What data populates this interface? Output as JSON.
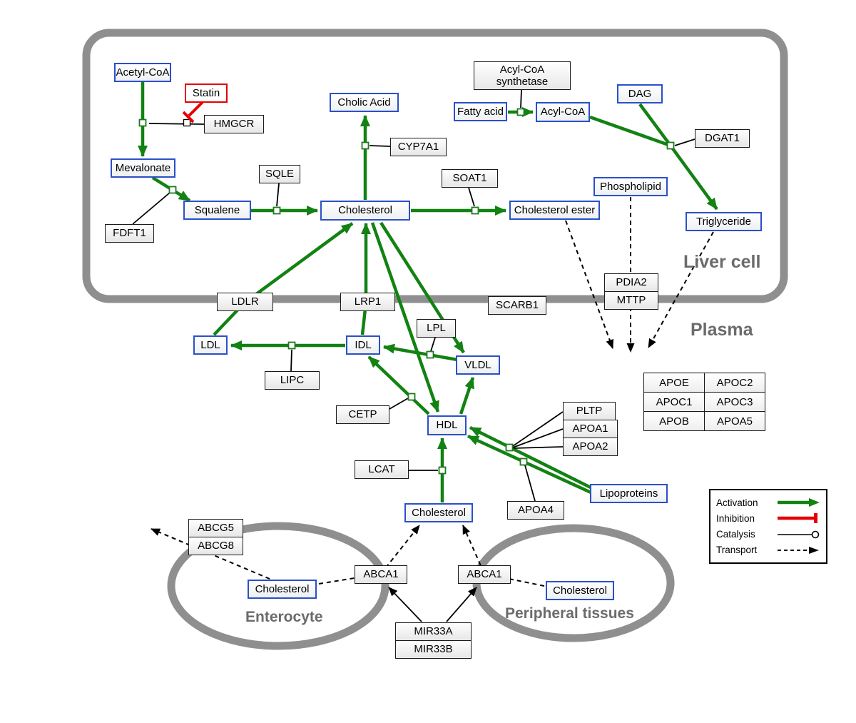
{
  "compartments": {
    "liver_cell": "Liver cell",
    "plasma": "Plasma",
    "enterocyte": "Enterocyte",
    "peripheral_tissues": "Peripheral tissues"
  },
  "species": {
    "acetyl_coa": "Acetyl-CoA",
    "mevalonate": "Mevalonate",
    "squalene": "Squalene",
    "cholic_acid": "Cholic Acid",
    "cholesterol_liver": "Cholesterol",
    "cholesterol_ester": "Cholesterol ester",
    "fatty_acid": "Fatty acid",
    "acyl_coa": "Acyl-CoA",
    "dag": "DAG",
    "phospholipid": "Phospholipid",
    "triglyceride": "Triglyceride",
    "ldl": "LDL",
    "idl": "IDL",
    "vldl": "VLDL",
    "hdl": "HDL",
    "lipoproteins": "Lipoproteins",
    "cholesterol_plasma": "Cholesterol",
    "cholesterol_enterocyte": "Cholesterol",
    "cholesterol_peripheral": "Cholesterol"
  },
  "proteins": {
    "statin": "Statin",
    "hmgcr": "HMGCR",
    "fdft1": "FDFT1",
    "sqle": "SQLE",
    "cyp7a1": "CYP7A1",
    "soat1": "SOAT1",
    "acyl_coa_synthetase": "Acyl-CoA synthetase",
    "dgat1": "DGAT1",
    "ldlr": "LDLR",
    "lrp1": "LRP1",
    "scarb1": "SCARB1",
    "pdia2": "PDIA2",
    "mttp": "MTTP",
    "lipc": "LIPC",
    "lpl": "LPL",
    "cetp": "CETP",
    "lcat": "LCAT",
    "pltp": "PLTP",
    "apoa1": "APOA1",
    "apoa2": "APOA2",
    "apoa4": "APOA4",
    "abcg5": "ABCG5",
    "abcg8": "ABCG8",
    "abca1_enterocyte": "ABCA1",
    "abca1_peripheral": "ABCA1",
    "mir33a": "MIR33A",
    "mir33b": "MIR33B"
  },
  "apo_table": {
    "rows": [
      [
        "APOE",
        "APOC2"
      ],
      [
        "APOC1",
        "APOC3"
      ],
      [
        "APOB",
        "APOA5"
      ]
    ]
  },
  "legend": {
    "activation": "Activation",
    "inhibition": "Inhibition",
    "catalysis": "Catalysis",
    "transport": "Transport"
  },
  "colors": {
    "species_border": "#2b50c8",
    "protein_border": "#1a1a1a",
    "inhibitor_color": "#e60000",
    "activation_edge": "#128212",
    "membrane": "#8f8f8f",
    "compartment_label": "#6b6b6b"
  }
}
